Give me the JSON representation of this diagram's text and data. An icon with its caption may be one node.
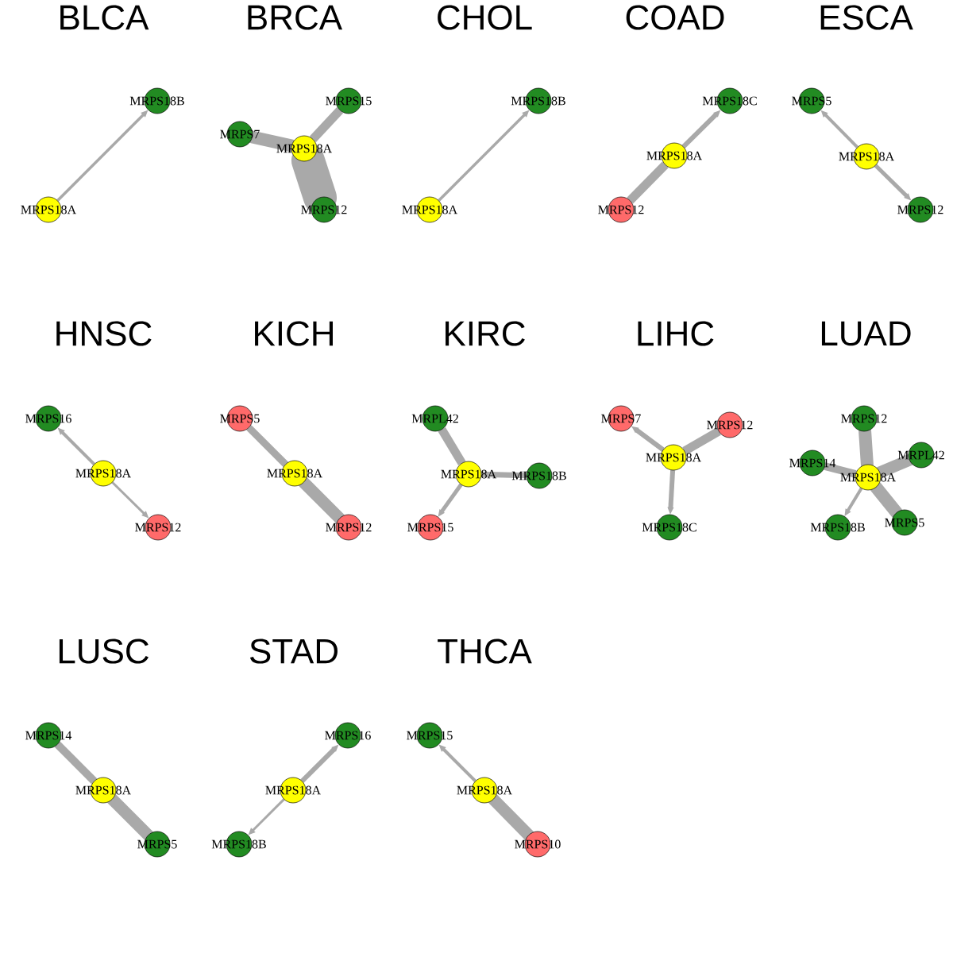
{
  "diagram": {
    "nodes": [
      {
        "text": [
          "MRPS18B"
        ]
      },
      {
        "text": [
          "MRPS18A"
        ]
      },
      {
        "text": [
          "MRPS15"
        ]
      },
      {
        "text": [
          "MRPS7"
        ]
      },
      {
        "text": [
          "MRPS18A"
        ]
      },
      {
        "text": [
          "MRPS12"
        ]
      },
      {
        "text": [
          "MRPS18B"
        ]
      },
      {
        "text": [
          "MRPS18A"
        ]
      },
      {
        "text": [
          "MRPS18C"
        ]
      },
      {
        "text": [
          "MRPS18A"
        ]
      },
      {
        "text": [
          "MRPS12"
        ]
      },
      {
        "text": [
          "MRPS5"
        ]
      },
      {
        "text": [
          "MRPS18A"
        ]
      },
      {
        "text": [
          "MRPS12"
        ]
      },
      {
        "text": [
          "MRPS16"
        ]
      },
      {
        "text": [
          "MRPS18A"
        ]
      },
      {
        "text": [
          "MRPS12"
        ]
      },
      {
        "text": [
          "MRPS5"
        ]
      },
      {
        "text": [
          "MRPS18A"
        ]
      },
      {
        "text": [
          "MRPS12"
        ]
      },
      {
        "text": [
          "MRPL42"
        ]
      },
      {
        "text": [
          "MRPS18A"
        ]
      },
      {
        "text": [
          "MRPS18B"
        ]
      },
      {
        "text": [
          "MRPS15"
        ]
      },
      {
        "text": [
          "MRPS7"
        ]
      },
      {
        "text": [
          "MRPS12"
        ]
      },
      {
        "text": [
          "MRPS18A"
        ]
      },
      {
        "text": [
          "MRPS18C"
        ]
      },
      {
        "text": [
          "MRPS12"
        ]
      },
      {
        "text": [
          "MRPL42"
        ]
      },
      {
        "text": [
          "MRPS14"
        ]
      },
      {
        "text": [
          "MRPS18A"
        ]
      },
      {
        "text": [
          "MRPS5"
        ]
      },
      {
        "text": [
          "MRPS18B"
        ]
      },
      {
        "text": [
          "MRPS14"
        ]
      },
      {
        "text": [
          "MRPS18A"
        ]
      },
      {
        "text": [
          "MRPS5"
        ]
      },
      {
        "text": [
          "MRPS16"
        ]
      },
      {
        "text": [
          "MRPS18A"
        ]
      },
      {
        "text": [
          "MRPS18B"
        ]
      },
      {
        "text": [
          "MRPS15"
        ]
      },
      {
        "text": [
          "MRPS18A"
        ]
      },
      {
        "text": [
          "MRPS10"
        ]
      }
    ],
    "edges": [
      {
        "from": 1,
        "to": 0,
        "arrow": "to"
      },
      {
        "from": 4,
        "to": 2,
        "arrow": "none"
      },
      {
        "from": 4,
        "to": 3,
        "arrow": "none",
        "style": "thick"
      },
      {
        "from": 4,
        "to": 5,
        "arrow": "none",
        "style": "thick"
      },
      {
        "from": 7,
        "to": 6,
        "arrow": "to"
      },
      {
        "from": 9,
        "to": 8,
        "arrow": "to"
      },
      {
        "from": 9,
        "to": 10,
        "arrow": "none"
      },
      {
        "from": 12,
        "to": 11,
        "arrow": "to"
      },
      {
        "from": 12,
        "to": 13,
        "arrow": "to"
      },
      {
        "from": 15,
        "to": 14,
        "arrow": "to"
      },
      {
        "from": 15,
        "to": 16,
        "arrow": "to"
      },
      {
        "from": 18,
        "to": 17,
        "arrow": "none"
      },
      {
        "from": 18,
        "to": 19,
        "arrow": "none",
        "style": "thick"
      },
      {
        "from": 21,
        "to": 20,
        "arrow": "none"
      },
      {
        "from": 21,
        "to": 22,
        "arrow": "none"
      },
      {
        "from": 21,
        "to": 23,
        "arrow": "to"
      },
      {
        "from": 26,
        "to": 24,
        "arrow": "to"
      },
      {
        "from": 26,
        "to": 25,
        "arrow": "none"
      },
      {
        "from": 26,
        "to": 27,
        "arrow": "to"
      },
      {
        "from": 31,
        "to": 28,
        "arrow": "none",
        "style": "thick"
      },
      {
        "from": 31,
        "to": 29,
        "arrow": "none",
        "style": "thick"
      },
      {
        "from": 31,
        "to": 30,
        "arrow": "none"
      },
      {
        "from": 31,
        "to": 32,
        "arrow": "none",
        "style": "thick"
      },
      {
        "from": 31,
        "to": 33,
        "arrow": "to"
      },
      {
        "from": 35,
        "to": 34,
        "arrow": "none"
      },
      {
        "from": 35,
        "to": 36,
        "arrow": "none",
        "style": "thick"
      },
      {
        "from": 38,
        "to": 37,
        "arrow": "to"
      },
      {
        "from": 38,
        "to": 39,
        "arrow": "to"
      },
      {
        "from": 41,
        "to": 40,
        "arrow": "to"
      },
      {
        "from": 41,
        "to": 42,
        "arrow": "none",
        "style": "thick"
      }
    ],
    "labels": [
      "BLCA",
      "BRCA",
      "CHOL",
      "COAD",
      "ESCA",
      "HNSC",
      "KICH",
      "KIRC",
      "LIHC",
      "LUAD",
      "LUSC",
      "STAD",
      "THCA"
    ]
  }
}
